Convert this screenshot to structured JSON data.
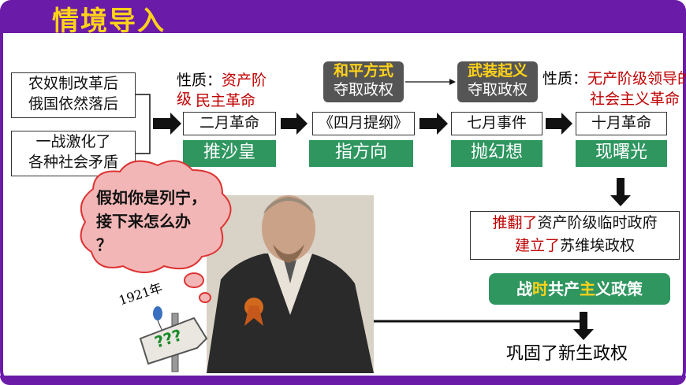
{
  "title": "情境导入",
  "causes": [
    "农奴制改革后\n俄国依然落后",
    "一战激化了\n各种社会矛盾"
  ],
  "nature_left": {
    "prefix": "性质：",
    "line1": "资产阶级",
    "line2": "民主革命"
  },
  "nature_right": {
    "prefix": "性质：",
    "line1": "无产阶级领导的",
    "line2": "社会主义革命"
  },
  "peaceful": {
    "line1": "和平方式",
    "line2": "夺取政权"
  },
  "armed": {
    "line1": "武装起义",
    "line2": "夺取政权"
  },
  "events": [
    "二月革命",
    "《四月提纲》",
    "七月事件",
    "十月革命"
  ],
  "meanings": [
    "推沙皇",
    "指方向",
    "抛幻想",
    "现曙光"
  ],
  "result": {
    "line1_a": "推翻了",
    "line1_b": "资产阶级临时政府",
    "line2_a": "建立了",
    "line2_b": "苏维埃政权"
  },
  "policy": {
    "a": "战",
    "b": "时",
    "c": "共产",
    "d": "主",
    "e": "义政策"
  },
  "consolidate": "巩固了新生政权",
  "bubble": {
    "line1": "假如你是列宁，",
    "line2": "接下来怎么办",
    "line3": "？"
  },
  "year": "1921年",
  "sign": "???"
}
